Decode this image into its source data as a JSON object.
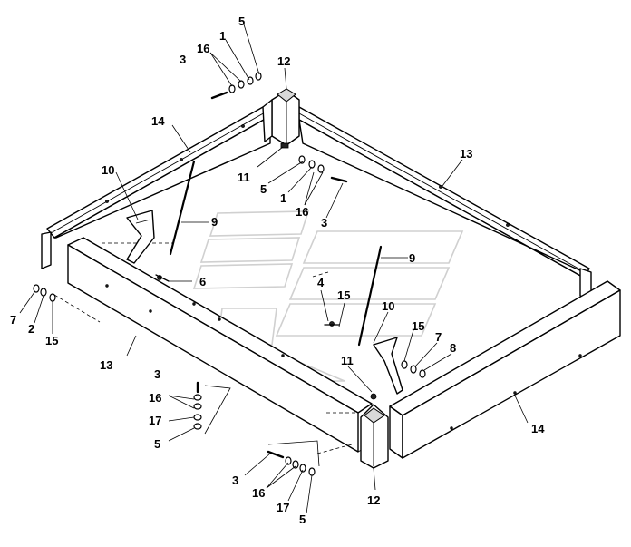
{
  "callouts": [
    {
      "id": "c1",
      "text": "5"
    },
    {
      "id": "c2",
      "text": "1"
    },
    {
      "id": "c3",
      "text": "16"
    },
    {
      "id": "c4",
      "text": "3"
    },
    {
      "id": "c5",
      "text": "12"
    },
    {
      "id": "c6",
      "text": "14"
    },
    {
      "id": "c7",
      "text": "13"
    },
    {
      "id": "c8",
      "text": "10"
    },
    {
      "id": "c9",
      "text": "11"
    },
    {
      "id": "c10",
      "text": "5"
    },
    {
      "id": "c11",
      "text": "1"
    },
    {
      "id": "c12",
      "text": "16"
    },
    {
      "id": "c13",
      "text": "3"
    },
    {
      "id": "c14",
      "text": "9"
    },
    {
      "id": "c15",
      "text": "9"
    },
    {
      "id": "c16",
      "text": "6"
    },
    {
      "id": "c17",
      "text": "4"
    },
    {
      "id": "c18",
      "text": "15"
    },
    {
      "id": "c19",
      "text": "10"
    },
    {
      "id": "c20",
      "text": "15"
    },
    {
      "id": "c21",
      "text": "7"
    },
    {
      "id": "c22",
      "text": "8"
    },
    {
      "id": "c23",
      "text": "7"
    },
    {
      "id": "c24",
      "text": "2"
    },
    {
      "id": "c25",
      "text": "15"
    },
    {
      "id": "c26",
      "text": "13"
    },
    {
      "id": "c27",
      "text": "11"
    },
    {
      "id": "c28",
      "text": "14"
    },
    {
      "id": "c29",
      "text": "3"
    },
    {
      "id": "c30",
      "text": "16"
    },
    {
      "id": "c31",
      "text": "17"
    },
    {
      "id": "c32",
      "text": "5"
    },
    {
      "id": "c33",
      "text": "3"
    },
    {
      "id": "c34",
      "text": "16"
    },
    {
      "id": "c35",
      "text": "17"
    },
    {
      "id": "c36",
      "text": "5"
    },
    {
      "id": "c37",
      "text": "12"
    }
  ]
}
